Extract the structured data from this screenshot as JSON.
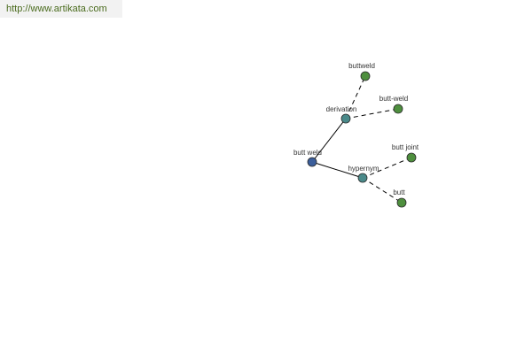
{
  "banner": {
    "url_text": "http://www.artikata.com"
  },
  "colors": {
    "root_node": "#3b5e9b",
    "relation_node": "#4a8a8a",
    "leaf_node": "#4e8f3e",
    "node_stroke": "#2b2b2b",
    "edge": "#000000"
  },
  "graph": {
    "nodes": [
      {
        "id": "root",
        "label": "butt weld",
        "kind": "root"
      },
      {
        "id": "derivation",
        "label": "derivation",
        "kind": "relation"
      },
      {
        "id": "hypernym",
        "label": "hypernym",
        "kind": "relation"
      },
      {
        "id": "buttweld",
        "label": "buttweld",
        "kind": "leaf"
      },
      {
        "id": "butt-weld",
        "label": "butt-weld",
        "kind": "leaf"
      },
      {
        "id": "butt-joint",
        "label": "butt joint",
        "kind": "leaf"
      },
      {
        "id": "butt",
        "label": "butt",
        "kind": "leaf"
      }
    ],
    "edges": [
      {
        "from": "root",
        "to": "derivation",
        "style": "solid"
      },
      {
        "from": "root",
        "to": "hypernym",
        "style": "solid"
      },
      {
        "from": "derivation",
        "to": "buttweld",
        "style": "dashed"
      },
      {
        "from": "derivation",
        "to": "butt-weld",
        "style": "dashed"
      },
      {
        "from": "hypernym",
        "to": "butt-joint",
        "style": "dashed"
      },
      {
        "from": "hypernym",
        "to": "butt",
        "style": "dashed"
      }
    ]
  }
}
